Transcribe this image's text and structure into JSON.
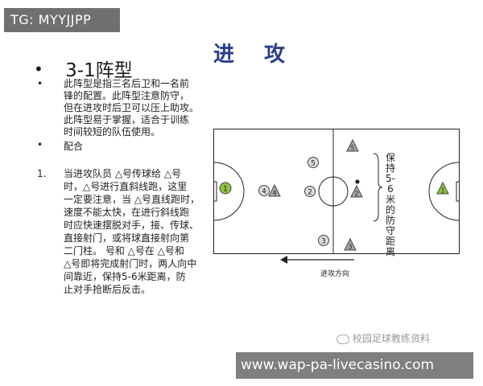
{
  "overlay_tag": "TG: MYYJJPP",
  "slide": {
    "title": "进 攻",
    "bullet_main": "3-1阵型",
    "bullet_sym": "•",
    "description_lines": [
      "此阵型是指三名后卫和一名前",
      "锋的配置。此阵型注意防守，",
      "但在进攻时后卫可以压上助攻。",
      "此阵型易于掌握，适合于训练",
      "时间较短的队伍使用。"
    ],
    "coop_label": "配合",
    "step_num": "1.",
    "step_lines": [
      "当进攻队员 △号传球给 △号",
      "时，△号进行直斜线跑，这里",
      "一定要注意，当 △号直线跑时，",
      "速度不能太快，在进行斜线跑",
      "时应快速摆脱对手，接、传球、",
      "直接射门，或将球直接射向第",
      "二门柱。  号和 △号在 △号和",
      "△号即将完成射门时，两人向中",
      "间靠近，保持5-6米距离，防",
      "止对手抢断后反击。"
    ]
  },
  "diagram": {
    "players_circle": [
      "1",
      "4",
      "2",
      "5",
      "3"
    ],
    "players_triangle": [
      "4",
      "2",
      "5",
      "3",
      "1"
    ],
    "direction_label": "进攻方向",
    "side_label": "保持5-6米的防守距离",
    "colors": {
      "goalkeeper": "#8dc63f",
      "player": "#a8a8a8",
      "line": "#222222"
    }
  },
  "watermark": "校园足球教练资料",
  "footer_url": "www.wap-pa-livecasino.com"
}
